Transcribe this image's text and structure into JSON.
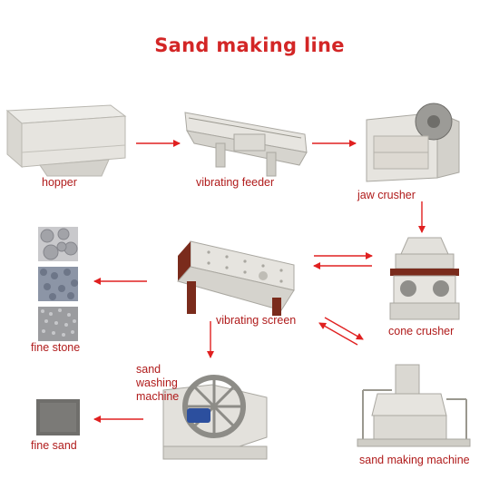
{
  "title": "Sand making line",
  "colors": {
    "title": "#d32626",
    "label": "#b01b1b",
    "arrow": "#e02020",
    "machine": "#e3e1dc",
    "accent": "#7a2b1c"
  },
  "nodes": {
    "hopper": "hopper",
    "vibrating_feeder": "vibrating feeder",
    "jaw_crusher": "jaw crusher",
    "cone_crusher": "cone crusher",
    "vibrating_screen": "vibrating screen",
    "fine_stone": "fine stone",
    "sand_washing_machine": "sand\nwashing\nmachine",
    "fine_sand": "fine sand",
    "sand_making_machine": "sand making machine"
  },
  "arrows": [
    {
      "from": "hopper",
      "to": "vibrating_feeder"
    },
    {
      "from": "vibrating_feeder",
      "to": "jaw_crusher"
    },
    {
      "from": "jaw_crusher",
      "to": "cone_crusher"
    },
    {
      "from": "cone_crusher",
      "to": "vibrating_screen"
    },
    {
      "from": "vibrating_screen",
      "to": "cone_crusher"
    },
    {
      "from": "vibrating_screen",
      "to": "fine_stone"
    },
    {
      "from": "vibrating_screen",
      "to": "sand_washing_machine"
    },
    {
      "from": "vibrating_screen",
      "to": "sand_making_machine"
    },
    {
      "from": "sand_making_machine",
      "to": "vibrating_screen"
    },
    {
      "from": "sand_washing_machine",
      "to": "fine_sand"
    }
  ]
}
